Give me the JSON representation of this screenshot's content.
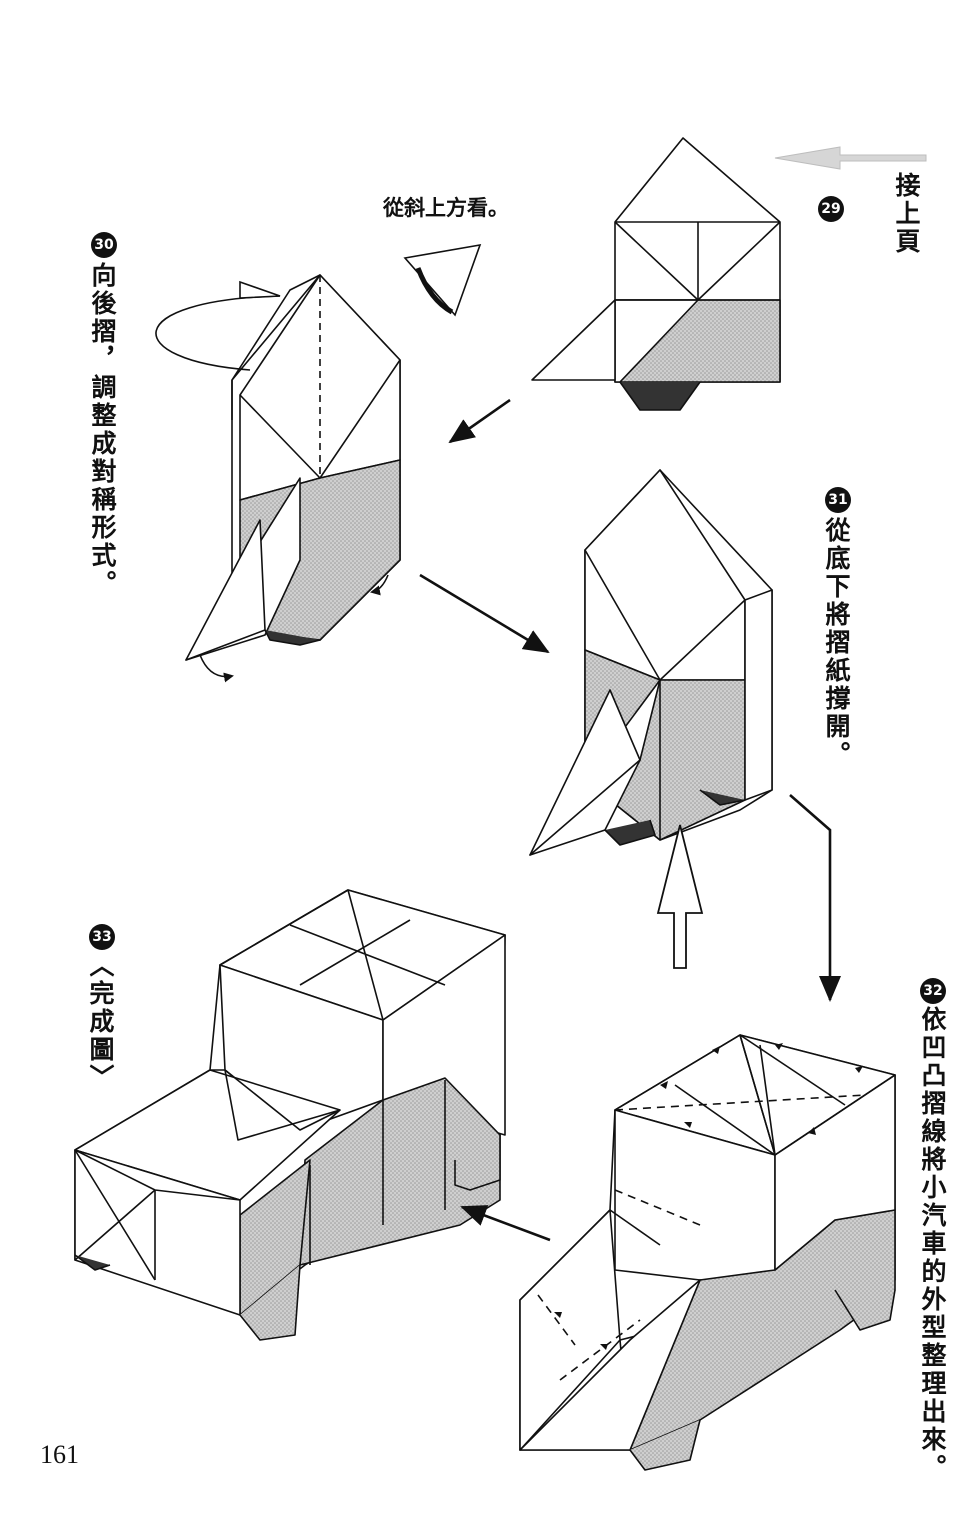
{
  "page_number": "161",
  "colors": {
    "line": "#111111",
    "shade": "#bdbdbd",
    "paper": "#ffffff",
    "faded_arrow": "#d4d4d4"
  },
  "continued_label": "接上頁",
  "view_note": "從斜上方看。",
  "steps": [
    {
      "number": "29",
      "text": ""
    },
    {
      "number": "30",
      "text": "向後摺，調整成對稱形式。"
    },
    {
      "number": "31",
      "text": "從底下將摺紙撐開。"
    },
    {
      "number": "32",
      "text": "依凹凸摺線將小汽車的外型整理出來。"
    },
    {
      "number": "33",
      "text": "〈完成圖〉"
    }
  ],
  "icons": [
    "eye-icon",
    "arrow-up-outline-icon",
    "arrow-icon",
    "faded-arrow-icon"
  ]
}
